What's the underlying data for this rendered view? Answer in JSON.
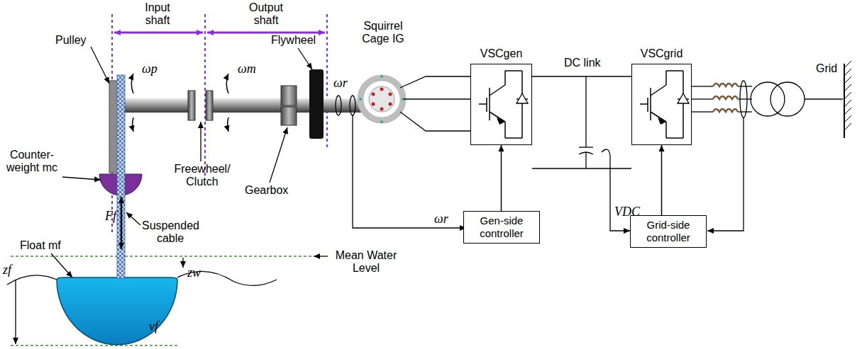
{
  "diagram": {
    "nodes": [
      {
        "text": [
          "VSCgen"
        ]
      },
      {
        "text": [
          "Gen-side controller"
        ]
      },
      {
        "text": [
          "VSCgrid"
        ]
      },
      {
        "text": [
          "Grid-side controller"
        ]
      }
    ],
    "edges": [
      {
        "from": 1,
        "to": 0,
        "arrow": "to"
      },
      {
        "from": 3,
        "to": 2,
        "arrow": "to"
      },
      {
        "from": 0,
        "to": 2,
        "arrow": "none"
      }
    ],
    "labels": [
      "Input shaft",
      "Output shaft",
      "Pulley",
      "ωp",
      "ωm",
      "Flywheel",
      "ωr",
      "Squirrel Cage IG",
      "Counter-weight mc",
      "Freewheel/ Clutch",
      "Ff",
      "Suspended cable",
      "Gearbox",
      "DC link",
      "ωr",
      "VDC",
      "Grid",
      "Float mf",
      "Mean Water Level",
      "zf",
      "zw",
      "vf"
    ]
  }
}
